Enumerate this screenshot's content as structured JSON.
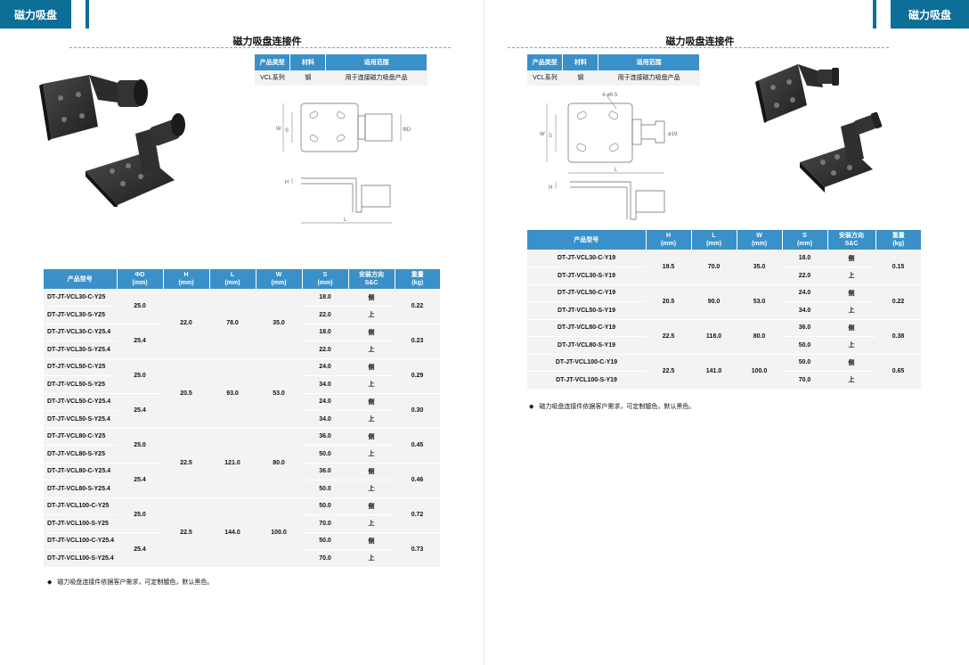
{
  "header": {
    "left_tab": "磁力吸盘",
    "right_tab": "磁力吸盘"
  },
  "left": {
    "title": "磁力吸盘连接件",
    "spec_table": {
      "headers": [
        "产品类型",
        "材料",
        "适用范围"
      ],
      "row": [
        "VCL系列",
        "钢",
        "用于连接磁力吸盘产品"
      ]
    },
    "drawing": {
      "labels": {
        "w": "W",
        "s": "S",
        "d": "ΦD",
        "h": "H",
        "l": "L"
      }
    },
    "table": {
      "headers": [
        {
          "l1": "产品型号",
          "l2": ""
        },
        {
          "l1": "ΦD",
          "l2": "(mm)"
        },
        {
          "l1": "H",
          "l2": "(mm)"
        },
        {
          "l1": "L",
          "l2": "(mm)"
        },
        {
          "l1": "W",
          "l2": "(mm)"
        },
        {
          "l1": "S",
          "l2": "(mm)"
        },
        {
          "l1": "安装方向",
          "l2": "S&C"
        },
        {
          "l1": "重量",
          "l2": "(kg)"
        }
      ],
      "groups": [
        {
          "h": "22.0",
          "l": "78.0",
          "w": "35.0",
          "subs": [
            {
              "d": "25.0",
              "kg": "0.22",
              "rows": [
                {
                  "model": "DT-JT-VCL30-C-Y25",
                  "s": "18.0",
                  "dir": "侧"
                },
                {
                  "model": "DT-JT-VCL30-S-Y25",
                  "s": "22.0",
                  "dir": "上"
                }
              ]
            },
            {
              "d": "25.4",
              "kg": "0.23",
              "rows": [
                {
                  "model": "DT-JT-VCL30-C-Y25.4",
                  "s": "18.0",
                  "dir": "侧"
                },
                {
                  "model": "DT-JT-VCL30-S-Y25.4",
                  "s": "22.0",
                  "dir": "上"
                }
              ]
            }
          ]
        },
        {
          "h": "20.5",
          "l": "93.0",
          "w": "53.0",
          "subs": [
            {
              "d": "25.0",
              "kg": "0.29",
              "rows": [
                {
                  "model": "DT-JT-VCL50-C-Y25",
                  "s": "24.0",
                  "dir": "侧"
                },
                {
                  "model": "DT-JT-VCL50-S-Y25",
                  "s": "34.0",
                  "dir": "上"
                }
              ]
            },
            {
              "d": "25.4",
              "kg": "0.30",
              "rows": [
                {
                  "model": "DT-JT-VCL50-C-Y25.4",
                  "s": "24.0",
                  "dir": "侧"
                },
                {
                  "model": "DT-JT-VCL50-S-Y25.4",
                  "s": "34.0",
                  "dir": "上"
                }
              ]
            }
          ]
        },
        {
          "h": "22.5",
          "l": "121.0",
          "w": "80.0",
          "subs": [
            {
              "d": "25.0",
              "kg": "0.45",
              "rows": [
                {
                  "model": "DT-JT-VCL80-C-Y25",
                  "s": "36.0",
                  "dir": "侧"
                },
                {
                  "model": "DT-JT-VCL80-S-Y25",
                  "s": "50.0",
                  "dir": "上"
                }
              ]
            },
            {
              "d": "25.4",
              "kg": "0.46",
              "rows": [
                {
                  "model": "DT-JT-VCL80-C-Y25.4",
                  "s": "36.0",
                  "dir": "侧"
                },
                {
                  "model": "DT-JT-VCL80-S-Y25.4",
                  "s": "50.0",
                  "dir": "上"
                }
              ]
            }
          ]
        },
        {
          "h": "22.5",
          "l": "144.0",
          "w": "100.0",
          "subs": [
            {
              "d": "25.0",
              "kg": "0.72",
              "rows": [
                {
                  "model": "DT-JT-VCL100-C-Y25",
                  "s": "50.0",
                  "dir": "侧"
                },
                {
                  "model": "DT-JT-VCL100-S-Y25",
                  "s": "70.0",
                  "dir": "上"
                }
              ]
            },
            {
              "d": "25.4",
              "kg": "0.73",
              "rows": [
                {
                  "model": "DT-JT-VCL100-C-Y25.4",
                  "s": "50.0",
                  "dir": "侧"
                },
                {
                  "model": "DT-JT-VCL100-S-Y25.4",
                  "s": "70.0",
                  "dir": "上"
                }
              ]
            }
          ]
        }
      ]
    },
    "note": "磁力吸盘连接件依据客户需求，可定制镀色，默认黑色。"
  },
  "right": {
    "title": "磁力吸盘连接件",
    "spec_table": {
      "headers": [
        "产品类型",
        "材料",
        "适用范围"
      ],
      "row": [
        "VCL系列",
        "钢",
        "用于连接磁力吸盘产品"
      ]
    },
    "drawing": {
      "labels": {
        "holes": "4-ø6.5",
        "w": "W",
        "s": "S",
        "d": "ø19",
        "h": "H",
        "l": "L"
      }
    },
    "table": {
      "headers": [
        {
          "l1": "产品型号",
          "l2": ""
        },
        {
          "l1": "H",
          "l2": "(mm)"
        },
        {
          "l1": "L",
          "l2": "(mm)"
        },
        {
          "l1": "W",
          "l2": "(mm)"
        },
        {
          "l1": "S",
          "l2": "(mm)"
        },
        {
          "l1": "安装方向",
          "l2": "S&C"
        },
        {
          "l1": "重量",
          "l2": "(kg)"
        }
      ],
      "groups": [
        {
          "h": "19.5",
          "l": "70.0",
          "w": "35.0",
          "kg": "0.15",
          "rows": [
            {
              "model": "DT-JT-VCL30-C-Y19",
              "s": "18.0",
              "dir": "侧"
            },
            {
              "model": "DT-JT-VCL30-S-Y19",
              "s": "22.0",
              "dir": "上"
            }
          ]
        },
        {
          "h": "20.5",
          "l": "90.0",
          "w": "53.0",
          "kg": "0.22",
          "rows": [
            {
              "model": "DT-JT-VCL50-C-Y19",
              "s": "24.0",
              "dir": "侧"
            },
            {
              "model": "DT-JT-VCL50-S-Y19",
              "s": "34.0",
              "dir": "上"
            }
          ]
        },
        {
          "h": "22.5",
          "l": "118.0",
          "w": "80.0",
          "kg": "0.38",
          "rows": [
            {
              "model": "DT-JT-VCL80-C-Y19",
              "s": "36.0",
              "dir": "侧"
            },
            {
              "model": "DT-JT-VCL80-S-Y19",
              "s": "50.0",
              "dir": "上"
            }
          ]
        },
        {
          "h": "22.5",
          "l": "141.0",
          "w": "100.0",
          "kg": "0.65",
          "rows": [
            {
              "model": "DT-JT-VCL100-C-Y19",
              "s": "50.0",
              "dir": "侧"
            },
            {
              "model": "DT-JT-VCL100-S-Y19",
              "s": "70.0",
              "dir": "上"
            }
          ]
        }
      ]
    },
    "note": "磁力吸盘连接件依据客户需求，可定制镀色，默认黑色。"
  },
  "colors": {
    "brand": "#0d6e97",
    "table_header": "#3a90c8",
    "row_bg": "#f3f3f3"
  }
}
